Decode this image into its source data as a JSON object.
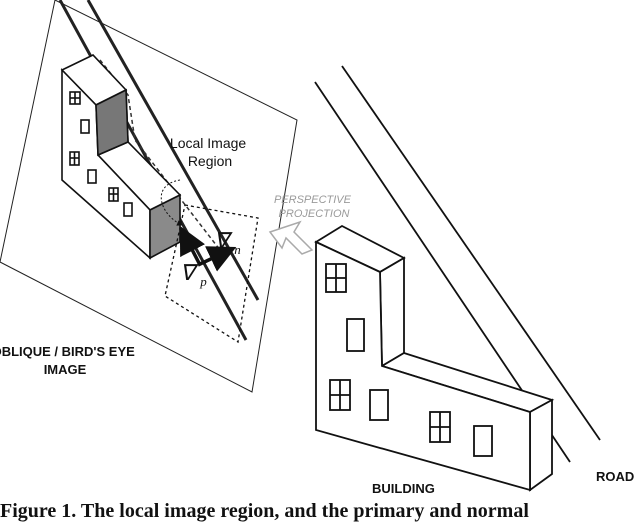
{
  "labels": {
    "local_region": [
      "Local Image",
      "Region"
    ],
    "perspective": [
      "PERSPECTIVE",
      "PROJECTION"
    ],
    "oblique": [
      "OBLIQUE / BIRD'S EYE",
      "IMAGE"
    ],
    "building": "BUILDING",
    "road": "ROAD",
    "grad_p": "∇",
    "grad_p_sub": "p",
    "grad_n": "∇",
    "grad_n_sub": "n"
  },
  "caption": "Figure 1. The local image region, and the primary and normal"
}
